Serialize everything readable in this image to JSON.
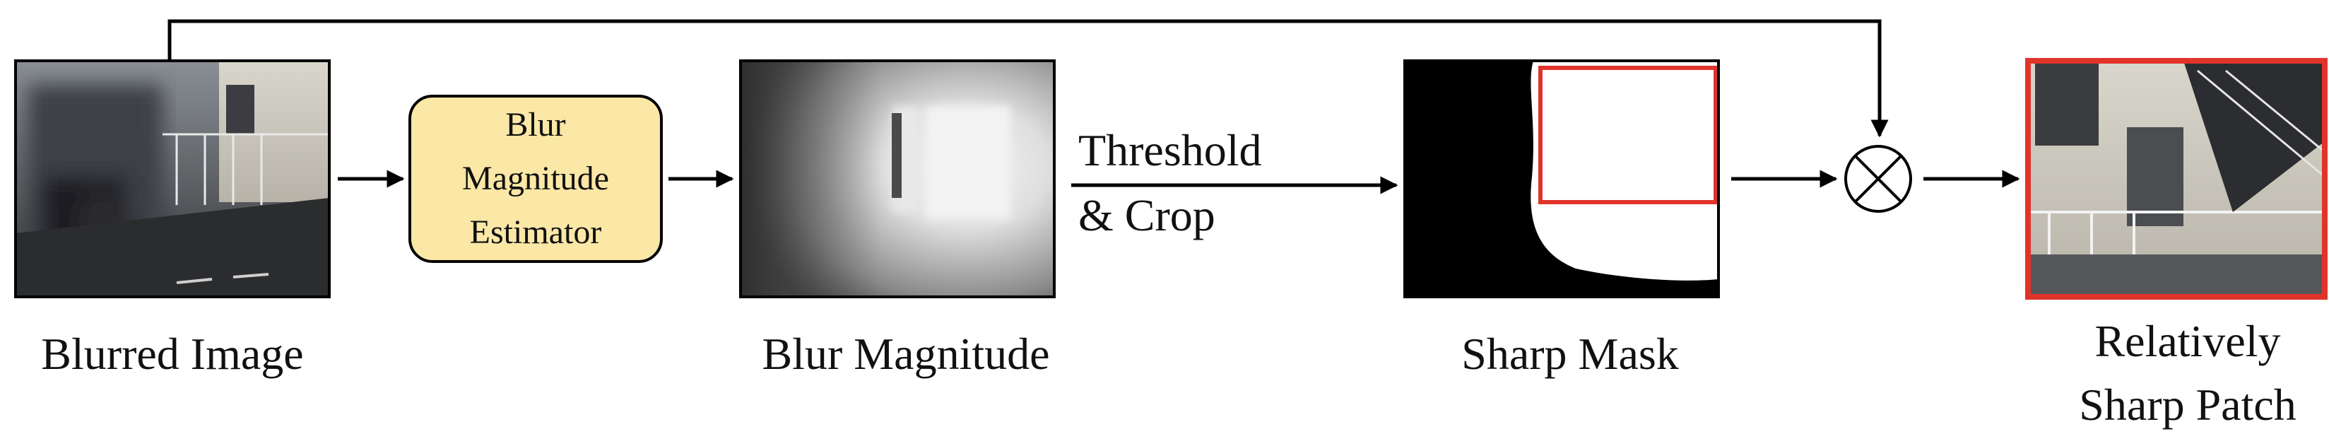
{
  "diagram": {
    "input_label": "Blurred Image",
    "estimator_lines": [
      "Blur",
      "Magnitude",
      "Estimator"
    ],
    "blur_label": "Blur Magnitude",
    "threshold_lines": [
      "Threshold",
      "& Crop"
    ],
    "mask_label": "Sharp Mask",
    "multiply_symbol": "⊗",
    "output_lines": [
      "Relatively",
      "Sharp Patch"
    ]
  },
  "colors": {
    "estimator_fill": "#FBE7A6",
    "crop_box": "#E0342B",
    "arrow": "#000000"
  }
}
